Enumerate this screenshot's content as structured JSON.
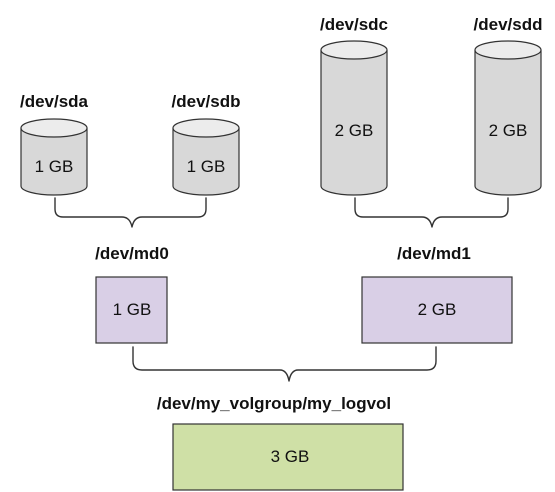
{
  "disks": [
    {
      "id": "sda",
      "label": "/dev/sda",
      "size": "1 GB"
    },
    {
      "id": "sdb",
      "label": "/dev/sdb",
      "size": "1 GB"
    },
    {
      "id": "sdc",
      "label": "/dev/sdc",
      "size": "2 GB"
    },
    {
      "id": "sdd",
      "label": "/dev/sdd",
      "size": "2 GB"
    }
  ],
  "raids": [
    {
      "id": "md0",
      "label": "/dev/md0",
      "size": "1 GB"
    },
    {
      "id": "md1",
      "label": "/dev/md1",
      "size": "2 GB"
    }
  ],
  "logical_volume": {
    "label": "/dev/my_volgroup/my_logvol",
    "size": "3 GB"
  },
  "colors": {
    "disk_fill": "#d8d8d8",
    "disk_top": "#ececec",
    "raid_fill": "#d9cfe6",
    "lv_fill": "#cfe0a6",
    "outline": "#333333"
  }
}
